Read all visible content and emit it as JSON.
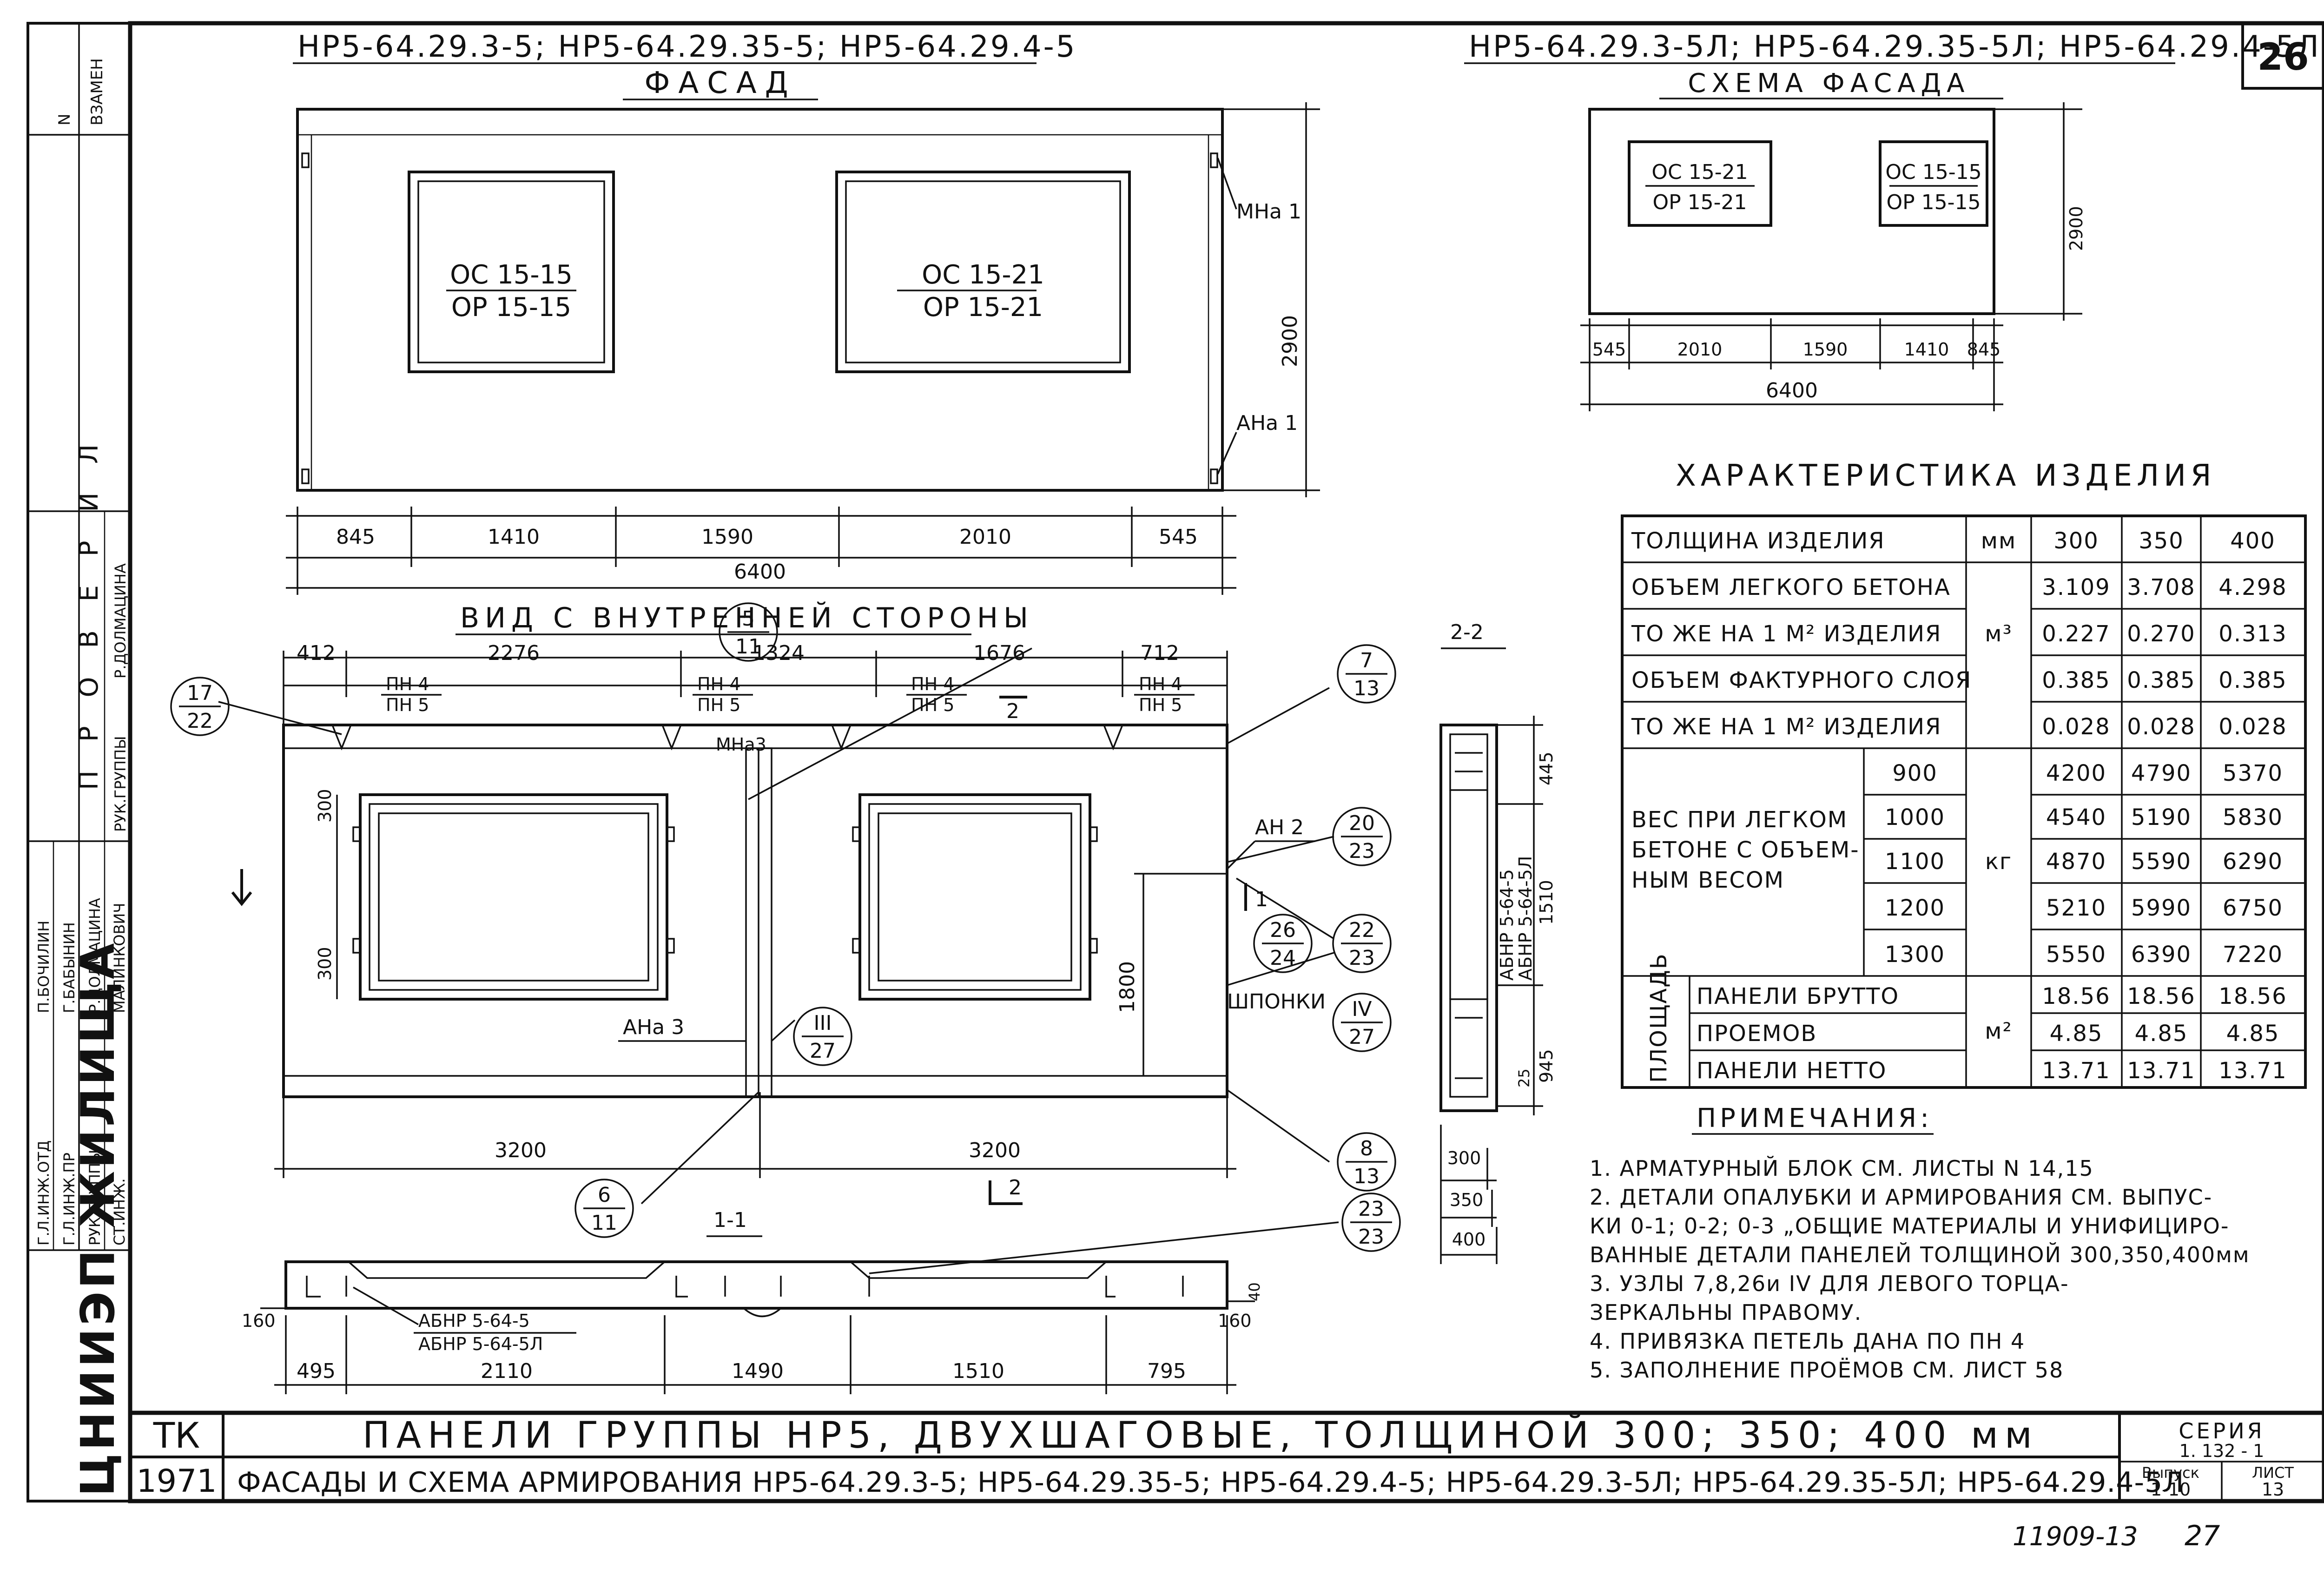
{
  "sheet": {
    "number": "26",
    "series_label": "СЕРИЯ",
    "series_value": "1. 132 - 1",
    "issue_label": "Выпуск",
    "issue_value": "1-10",
    "list_label": "ЛИСТ",
    "list_value": "13",
    "footer_code": "11909-13",
    "footer_page": "27"
  },
  "title_block": {
    "tk": "ТК",
    "year": "1971",
    "title": "ПАНЕЛИ ГРУППЫ НР5, ДВУХШАГОВЫЕ, ТОЛЩИНОЙ 300; 350; 400 мм",
    "subtitle": "ФАСАДЫ И СХЕМА АРМИРОВАНИЯ НР5-64.29.3-5; НР5-64.29.35-5; НР5-64.29.4-5; НР5-64.29.3-5Л; НР5-64.29.35-5Л; НР5-64.29.4-5Л"
  },
  "left_strip": {
    "org": "ЦНИИЭП ЖИЛИЩА",
    "col_n": "N",
    "col_vzamen": "ВЗАМЕН",
    "proveril": "П Р О В Е Р И Л",
    "roles": [
      "Г.Л.ИНЖ.ОТД",
      "Г.Л.ИНЖ.ПР",
      "РУК.ГРУППЫ",
      "СТ.ИНЖ."
    ],
    "names": [
      "П.БОЧИЛИН",
      "Г.БАБЫНИН",
      "Р.ДОЛМАЦИНА",
      "МАЛИНКОВИЧ"
    ],
    "check_role": "РУК.ГРУППЫ",
    "check_name": "Р.ДОЛМАЦИНА"
  },
  "facade": {
    "codes": "НР5-64.29.3-5;  НР5-64.29.35-5;  НР5-64.29.4-5",
    "title": "ФАСАД",
    "win1_top": "ОС 15-15",
    "win1_bot": "ОР 15-15",
    "win2_top": "ОС 15-21",
    "win2_bot": "ОР 15-21",
    "tag_mna1": "МНа 1",
    "tag_ana1": "АНа 1",
    "height": "2900",
    "dims": [
      "845",
      "1410",
      "1590",
      "2010",
      "545"
    ],
    "total": "6400"
  },
  "scheme": {
    "codes": "НР5-64.29.3-5Л; НР5-64.29.35-5Л; НР5-64.29.4-5Л",
    "title": "СХЕМА ФАСАДА",
    "win1_top": "ОС 15-21",
    "win1_bot": "ОР 15-21",
    "win2_top": "ОС 15-15",
    "win2_bot": "ОР 15-15",
    "height": "2900",
    "dims": [
      "545",
      "2010",
      "1590",
      "1410",
      "845"
    ],
    "total": "6400"
  },
  "inner_view": {
    "title": "ВИД С ВНУТРЕННЕЙ СТОРОНЫ",
    "top_dims": [
      "412",
      "2276",
      "1324",
      "1676",
      "712"
    ],
    "pn4": "ПН 4",
    "pn5": "ПН 5",
    "mna3": "МНа3",
    "ana3": "АНа 3",
    "an2": "АН 2",
    "shponki": "ШПОНКИ",
    "dim300a": "300",
    "dim300b": "300",
    "dim1800": "1800",
    "bottom_dims": [
      "3200",
      "3200"
    ],
    "cut1": "1",
    "cut2": "2",
    "bubbles": [
      {
        "top": "5",
        "bot": "11"
      },
      {
        "top": "17",
        "bot": "22"
      },
      {
        "top": "7",
        "bot": "13"
      },
      {
        "top": "20",
        "bot": "23"
      },
      {
        "top": "26",
        "bot": "24"
      },
      {
        "top": "22",
        "bot": "23"
      },
      {
        "top": "IV",
        "bot": "27"
      },
      {
        "top": "III",
        "bot": "27"
      },
      {
        "top": "8",
        "bot": "13"
      },
      {
        "top": "6",
        "bot": "11"
      },
      {
        "top": "23",
        "bot": "23"
      }
    ]
  },
  "section_11": {
    "title": "1-1",
    "abnr1": "АБНР 5-64-5",
    "abnr2": "АБНР 5-64-5Л",
    "dim160a": "160",
    "dim160b": "160",
    "dim40": "40",
    "dims": [
      "495",
      "2110",
      "1490",
      "1510",
      "795"
    ]
  },
  "section_22": {
    "title": "2-2",
    "abnr1": "АБНР 5-64-5",
    "abnr2": "АБНР 5-64-5Л",
    "dims": [
      "445",
      "1510",
      "945",
      "25"
    ],
    "thick": [
      "300",
      "350",
      "400"
    ]
  },
  "characteristics": {
    "title": "ХАРАКТЕРИСТИКА ИЗДЕЛИЯ",
    "rows": [
      {
        "label": "ТОЛЩИНА ИЗДЕЛИЯ",
        "unit": "мм",
        "v": [
          "300",
          "350",
          "400"
        ]
      },
      {
        "label": "ОБЪЕМ ЛЕГКОГО БЕТОНА",
        "unit": "",
        "v": [
          "3.109",
          "3.708",
          "4.298"
        ]
      },
      {
        "label": "ТО ЖЕ НА 1 М² ИЗДЕЛИЯ",
        "unit": "м³",
        "v": [
          "0.227",
          "0.270",
          "0.313"
        ]
      },
      {
        "label": "ОБЪЕМ ФАКТУРНОГО СЛОЯ",
        "unit": "",
        "v": [
          "0.385",
          "0.385",
          "0.385"
        ]
      },
      {
        "label": "ТО ЖЕ НА 1 М² ИЗДЕЛИЯ",
        "unit": "",
        "v": [
          "0.028",
          "0.028",
          "0.028"
        ]
      }
    ],
    "weight_label_1": "ВЕС ПРИ ЛЕГКОМ",
    "weight_label_2": "БЕТОНЕ С ОБЪЕМ-",
    "weight_label_3": "НЫМ ВЕСОМ",
    "weight_unit": "кг",
    "weights": [
      {
        "density": "900",
        "v": [
          "4200",
          "4790",
          "5370"
        ]
      },
      {
        "density": "1000",
        "v": [
          "4540",
          "5190",
          "5830"
        ]
      },
      {
        "density": "1100",
        "v": [
          "4870",
          "5590",
          "6290"
        ]
      },
      {
        "density": "1200",
        "v": [
          "5210",
          "5990",
          "6750"
        ]
      },
      {
        "density": "1300",
        "v": [
          "5550",
          "6390",
          "7220"
        ]
      }
    ],
    "area_label": "ПЛОЩАДЬ",
    "area_unit": "м²",
    "areas": [
      {
        "label": "ПАНЕЛИ БРУТТО",
        "v": [
          "18.56",
          "18.56",
          "18.56"
        ]
      },
      {
        "label": "ПРОЕМОВ",
        "v": [
          "4.85",
          "4.85",
          "4.85"
        ]
      },
      {
        "label": "ПАНЕЛИ НЕТТО",
        "v": [
          "13.71",
          "13.71",
          "13.71"
        ]
      }
    ]
  },
  "notes": {
    "title": "ПРИМЕЧАНИЯ:",
    "lines": [
      "1. АРМАТУРНЫЙ  БЛОК СМ. ЛИСТЫ N 14,15",
      "2. ДЕТАЛИ ОПАЛУБКИ И АРМИРОВАНИЯ СМ. ВЫПУС-",
      "    КИ 0-1; 0-2; 0-3 „ОБЩИЕ МАТЕРИАЛЫ И УНИФИЦИРО-",
      "    ВАННЫЕ ДЕТАЛИ ПАНЕЛЕЙ ТОЛЩИНОЙ 300,350,400мм",
      "3. УЗЛЫ 7,8,26и IV ДЛЯ ЛЕВОГО ТОРЦА-",
      "    ЗЕРКАЛЬНЫ ПРАВОМУ.",
      "4. ПРИВЯЗКА ПЕТЕЛЬ ДАНА ПО ПН 4",
      "5. ЗАПОЛНЕНИЕ ПРОЁМОВ СМ. ЛИСТ 58"
    ]
  }
}
